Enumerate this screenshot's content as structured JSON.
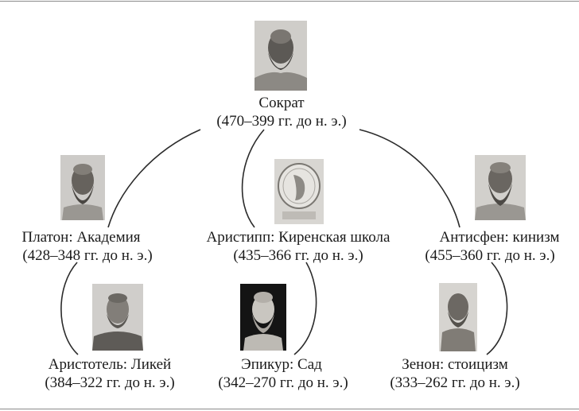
{
  "nodes": {
    "socrates": {
      "name": "Сократ",
      "dates": "(470–399 гг. до н. э.)",
      "portrait": "socrates-bust-icon"
    },
    "plato": {
      "name": "Платон: Академия",
      "dates": "(428–348 гг. до н. э.)",
      "portrait": "plato-bust-icon"
    },
    "aristippus": {
      "name": "Аристипп: Киренская школа",
      "dates": "(435–366 гг. до н. э.)",
      "portrait": "aristippus-medallion-icon"
    },
    "antisthenes": {
      "name": "Антисфен: кинизм",
      "dates": "(455–360 гг. до н. э.)",
      "portrait": "antisthenes-bust-icon"
    },
    "aristotle": {
      "name": "Аристотель: Ликей",
      "dates": "(384–322 гг. до н. э.)",
      "portrait": "aristotle-bust-icon"
    },
    "epicurus": {
      "name": "Эпикур: Сад",
      "dates": "(342–270 гг. до н. э.)",
      "portrait": "epicurus-bust-icon"
    },
    "zeno": {
      "name": "Зенон: стоицизм",
      "dates": "(333–262 гг. до н. э.)",
      "portrait": "zeno-bust-icon"
    }
  },
  "edges": [
    {
      "from": "socrates",
      "to": "plato"
    },
    {
      "from": "socrates",
      "to": "aristippus"
    },
    {
      "from": "socrates",
      "to": "antisthenes"
    },
    {
      "from": "plato",
      "to": "aristotle"
    },
    {
      "from": "aristippus",
      "to": "epicurus"
    },
    {
      "from": "antisthenes",
      "to": "zeno"
    }
  ],
  "colors": {
    "line": "#2b2b2b",
    "frame": "#8a8a8a"
  }
}
